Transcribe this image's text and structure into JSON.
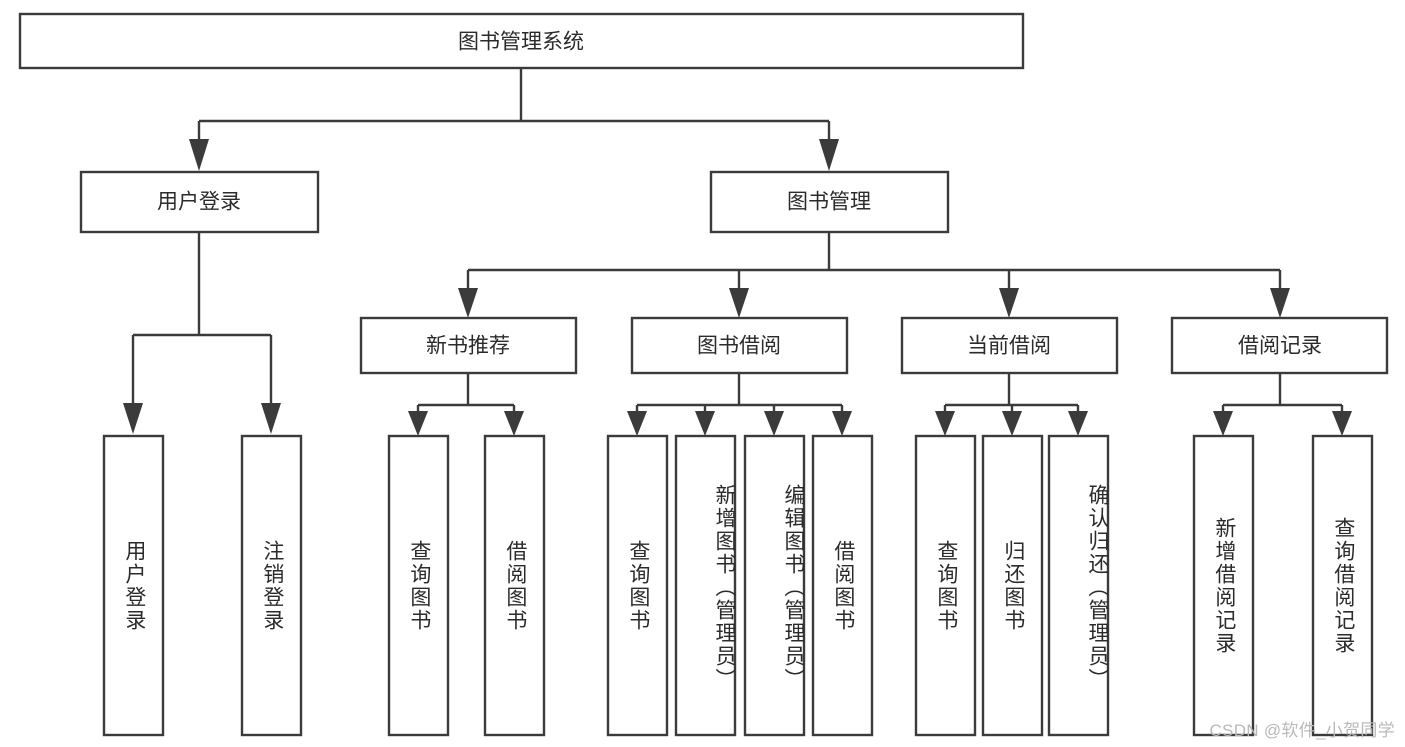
{
  "diagram": {
    "type": "tree",
    "title": "图书管理系统",
    "watermark": "CSDN @软件_小贺同学",
    "colors": {
      "stroke": "#3b3b3b",
      "box_fill": "#ffffff",
      "text": "#2b2b2b",
      "background": "#ffffff",
      "watermark": "#b9b9b9"
    },
    "root": {
      "label": "图书管理系统",
      "orientation": "horizontal"
    },
    "level2": [
      {
        "label": "用户登录",
        "orientation": "horizontal"
      },
      {
        "label": "图书管理",
        "orientation": "horizontal"
      }
    ],
    "level3": [
      {
        "label": "新书推荐",
        "orientation": "horizontal",
        "parent": "图书管理"
      },
      {
        "label": "图书借阅",
        "orientation": "horizontal",
        "parent": "图书管理"
      },
      {
        "label": "当前借阅",
        "orientation": "horizontal",
        "parent": "图书管理"
      },
      {
        "label": "借阅记录",
        "orientation": "horizontal",
        "parent": "图书管理"
      }
    ],
    "leaves": [
      {
        "label": "用户登录",
        "orientation": "vertical",
        "parent": "用户登录"
      },
      {
        "label": "注销登录",
        "orientation": "vertical",
        "parent": "用户登录"
      },
      {
        "label": "查询图书",
        "orientation": "vertical",
        "parent": "新书推荐"
      },
      {
        "label": "借阅图书",
        "orientation": "vertical",
        "parent": "新书推荐"
      },
      {
        "label": "查询图书",
        "orientation": "vertical",
        "parent": "图书借阅"
      },
      {
        "label": "新增图书（管理员）",
        "orientation": "vertical",
        "parent": "图书借阅"
      },
      {
        "label": "编辑图书（管理员）",
        "orientation": "vertical",
        "parent": "图书借阅"
      },
      {
        "label": "借阅图书",
        "orientation": "vertical",
        "parent": "图书借阅"
      },
      {
        "label": "查询图书",
        "orientation": "vertical",
        "parent": "当前借阅"
      },
      {
        "label": "归还图书",
        "orientation": "vertical",
        "parent": "当前借阅"
      },
      {
        "label": "确认归还（管理员）",
        "orientation": "vertical",
        "parent": "当前借阅"
      },
      {
        "label": "新增借阅记录",
        "orientation": "vertical",
        "parent": "借阅记录"
      },
      {
        "label": "查询借阅记录",
        "orientation": "vertical",
        "parent": "借阅记录"
      }
    ]
  }
}
